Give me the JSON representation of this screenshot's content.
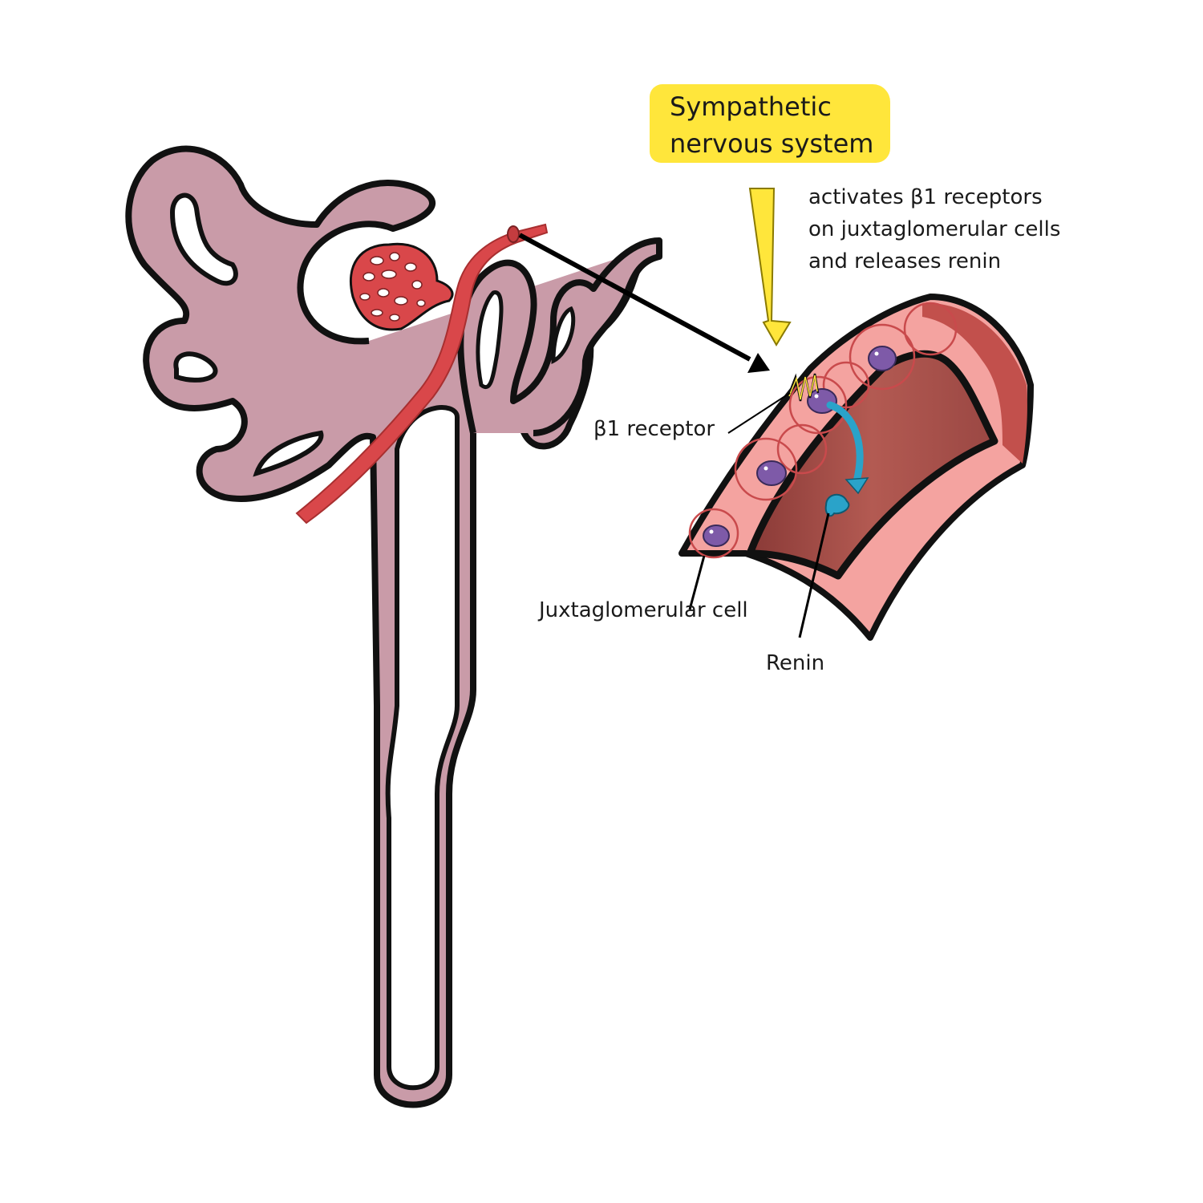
{
  "labels": {
    "sns_line1": "Sympathetic",
    "sns_line2": "nervous system",
    "note_line1": "activates β1 receptors",
    "note_line2": "on juxtaglomerular cells",
    "note_line3": "and releases renin",
    "beta_receptor": "β1 receptor",
    "jg_cell": "Juxtaglomerular cell",
    "renin": "Renin"
  },
  "colors": {
    "tubule": "#c99ba8",
    "outline": "#111111",
    "vessel": "#d9474a",
    "highlight": "#ffe63b",
    "cell_fill": "#f4a3a0",
    "nucleus": "#7e5aa8",
    "lumen": "#8f3e3a",
    "renin": "#2aa3c9"
  }
}
